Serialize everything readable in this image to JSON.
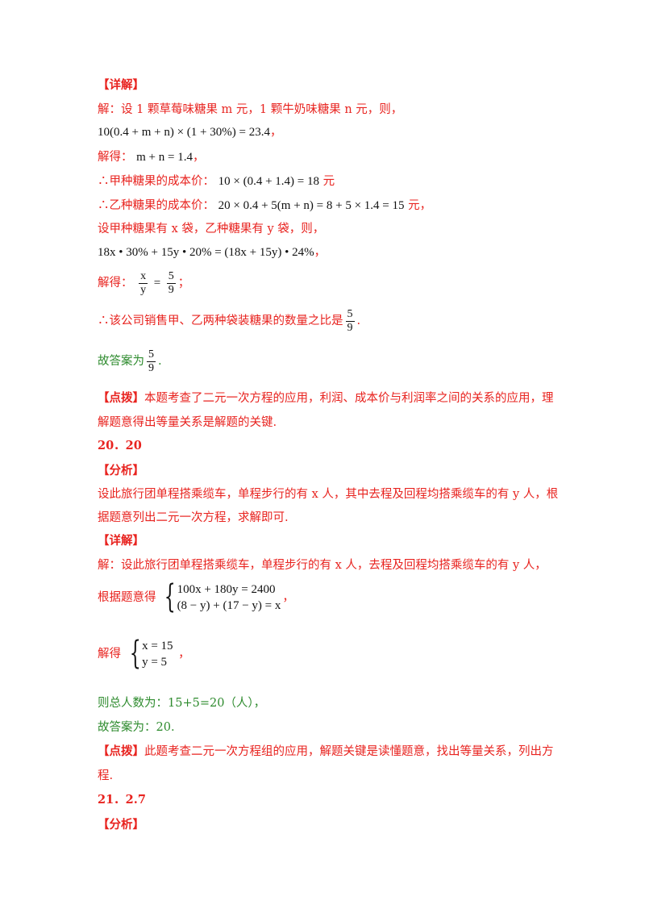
{
  "s1_heading": "【详解】",
  "s1_intro": "解：设 1 颗草莓味糖果 m 元，1 颗牛奶味糖果 n 元，则，",
  "s1_eq1": "10(0.4 + m + n) × (1 + 30%) = 23.4",
  "s1_eq1_end": "，",
  "s1_solve1_label": "解得：",
  "s1_solve1": "m + n = 1.4",
  "s1_solve1_end": "，",
  "s1_costA_label": "∴甲种糖果的成本价：",
  "s1_costA": "10 × (0.4 + 1.4) = 18",
  "s1_costA_unit": "元",
  "s1_costB_label": "∴乙种糖果的成本价：",
  "s1_costB": "20 × 0.4 + 5(m + n) = 8 + 5 × 1.4 = 15",
  "s1_costB_unit": "元，",
  "s1_bags": "设甲种糖果有 x 袋，乙种糖果有 y 袋，则，",
  "s1_eq2": "18x • 30% + 15y • 20% = (18x + 15y) • 24%",
  "s1_eq2_end": "，",
  "s1_solve2_label": "解得：",
  "s1_frac_xy_num": "x",
  "s1_frac_xy_den": "y",
  "s1_eq_sign": "=",
  "s1_frac_59_num": "5",
  "s1_frac_59_den": "9",
  "s1_solve2_end": "；",
  "s1_conclusion": "∴该公司销售甲、乙两种袋装糖果的数量之比是",
  "s1_conclusion_end": ".",
  "s1_answer": "故答案为",
  "s1_answer_end": ".",
  "s1_tip_label": "【点拨】",
  "s1_tip_line1": "本题考查了二元一次方程的应用，利润、成本价与利润率之间的关系的应用，理",
  "s1_tip_line2": "解题意得出等量关系是解题的关键.",
  "q20_number": "20．20",
  "q20_analysis_heading": "【分析】",
  "q20_analysis_line1": "设此旅行团单程搭乘缆车，单程步行的有 x 人，其中去程及回程均搭乘缆车的有 y 人，根",
  "q20_analysis_line2": "据题意列出二元一次方程，求解即可.",
  "q20_detail_heading": "【详解】",
  "q20_detail_intro": "解：设此旅行团单程搭乘缆车，单程步行的有 x 人，去程及回程均搭乘缆车的有 y 人，",
  "q20_system_label": "根据题意得",
  "q20_sys_eq1": "100x + 180y = 2400",
  "q20_sys_eq2": "(8 − y) + (17 − y) = x",
  "q20_system_end": "，",
  "q20_solve_label": "解得",
  "q20_sol_eq1": "x = 15",
  "q20_sol_eq2": "y = 5",
  "q20_solve_end": "，",
  "q20_total": "则总人数为：15+5=20（人），",
  "q20_answer": "故答案为：20.",
  "q20_tip_label": "【点拨】",
  "q20_tip_line1": "此题考查二元一次方程组的应用，解题关键是读懂题意，找出等量关系，列出方",
  "q20_tip_line2": "程.",
  "q21_number": "21．2.7",
  "q21_analysis_heading": "【分析】",
  "colors": {
    "red": "#e8231f",
    "green": "#2e8b2e",
    "black": "#111111"
  }
}
